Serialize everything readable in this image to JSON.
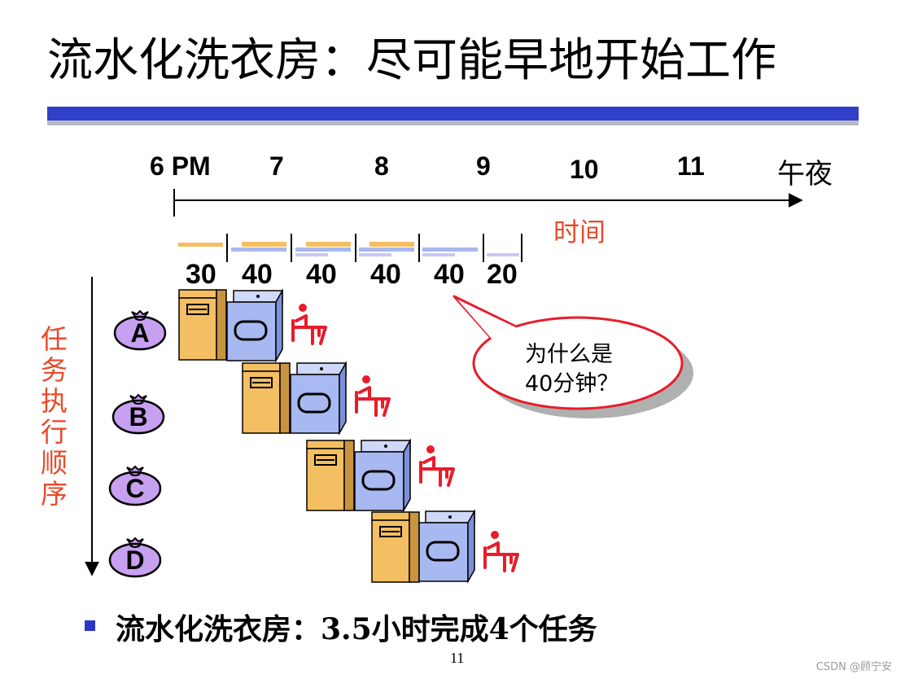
{
  "title": "流水化洗衣房：尽可能早地开始工作",
  "timeline": {
    "ticks": [
      "6 PM",
      "7",
      "8",
      "9",
      "10",
      "11"
    ],
    "end_label": "午夜",
    "axis_label": "时间"
  },
  "durations": [
    "30",
    "40",
    "40",
    "40",
    "40",
    "20"
  ],
  "order_label": [
    "任",
    "务",
    "执",
    "行",
    "顺",
    "序"
  ],
  "tasks": [
    "A",
    "B",
    "C",
    "D"
  ],
  "callout": {
    "line1": "为什么是",
    "line2": "40分钟？"
  },
  "summary": "流水化洗衣房：3.5小时完成4个任务",
  "page_number": "11",
  "watermark": "CSDN @顾宁安",
  "colors": {
    "title_bar": "#3040c8",
    "accent_red": "#e84a2a",
    "washer": "#f4be62",
    "dryer": "#a8b8f0",
    "bag": "#c8a0f0",
    "person": "#e81c2a"
  },
  "icons": [
    "money-bag-icon",
    "washer-icon",
    "dryer-icon",
    "folding-person-icon"
  ]
}
